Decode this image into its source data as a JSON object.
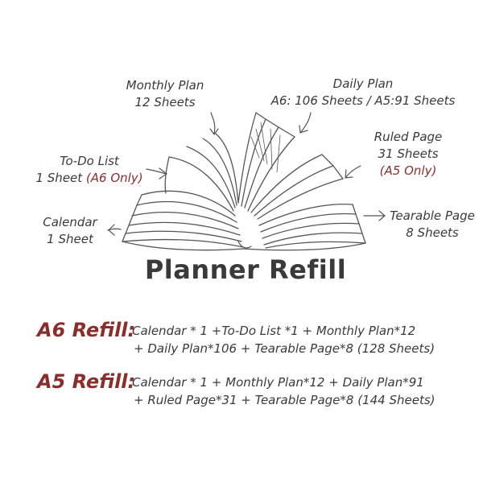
{
  "labels": {
    "monthly_plan": {
      "line1": "Monthly Plan",
      "line2": "12 Sheets"
    },
    "daily_plan": {
      "line1": "Daily Plan",
      "line2": "A6: 106 Sheets / A5:91 Sheets"
    },
    "todo_list": {
      "line1": "To-Do List",
      "line2_prefix": "1 Sheet ",
      "line2_note": "(A6 Only)"
    },
    "ruled_page": {
      "line1": "Ruled Page",
      "line2": "31 Sheets",
      "line3": "(A5 Only)"
    },
    "calendar": {
      "line1": "Calendar",
      "line2": "1 Sheet"
    },
    "tearable_page": {
      "line1": "Tearable Page",
      "line2": "8 Sheets"
    }
  },
  "title": "Planner Refill",
  "refills": [
    {
      "name": "A6 Refill:",
      "line1": "Calendar * 1 +To-Do List *1 + Monthly Plan*12",
      "line2": "+ Daily Plan*106 + Tearable Page*8  (128 Sheets)"
    },
    {
      "name": "A5 Refill:",
      "line1": "Calendar * 1 + Monthly Plan*12 + Daily Plan*91",
      "line2": "+ Ruled Page*31 + Tearable Page*8  (144 Sheets)"
    }
  ],
  "colors": {
    "accent": "#8b2e2b",
    "text": "#3a3a3a",
    "line": "#555555"
  }
}
